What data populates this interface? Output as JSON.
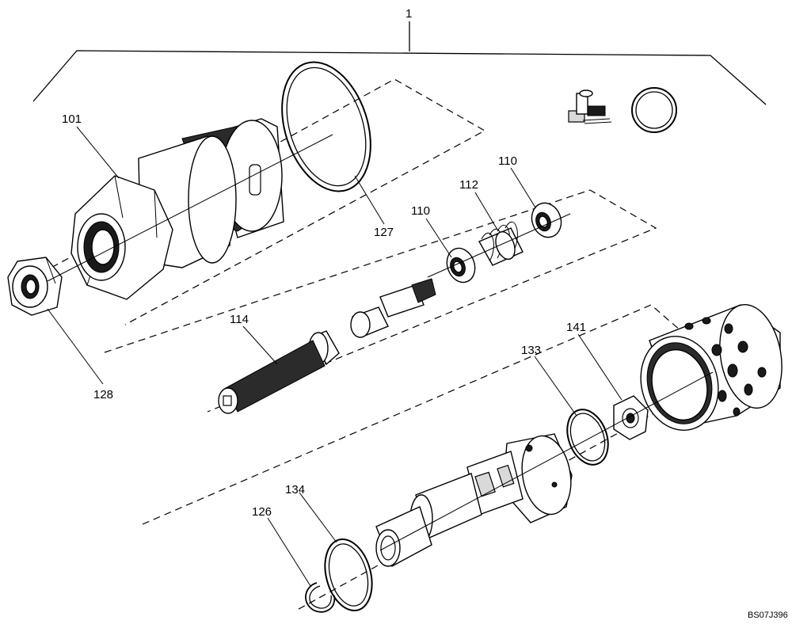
{
  "diagram": {
    "assembly_number": "1",
    "reference_code": "BS07J396",
    "callouts": {
      "p101": "101",
      "p127": "127",
      "p128": "128",
      "p110a": "110",
      "p110b": "110",
      "p112": "112",
      "p114": "114",
      "p133": "133",
      "p141": "141",
      "p134": "134",
      "p126": "126"
    },
    "icons": [
      "service-kit-icon",
      "seal-ring-icon"
    ]
  }
}
